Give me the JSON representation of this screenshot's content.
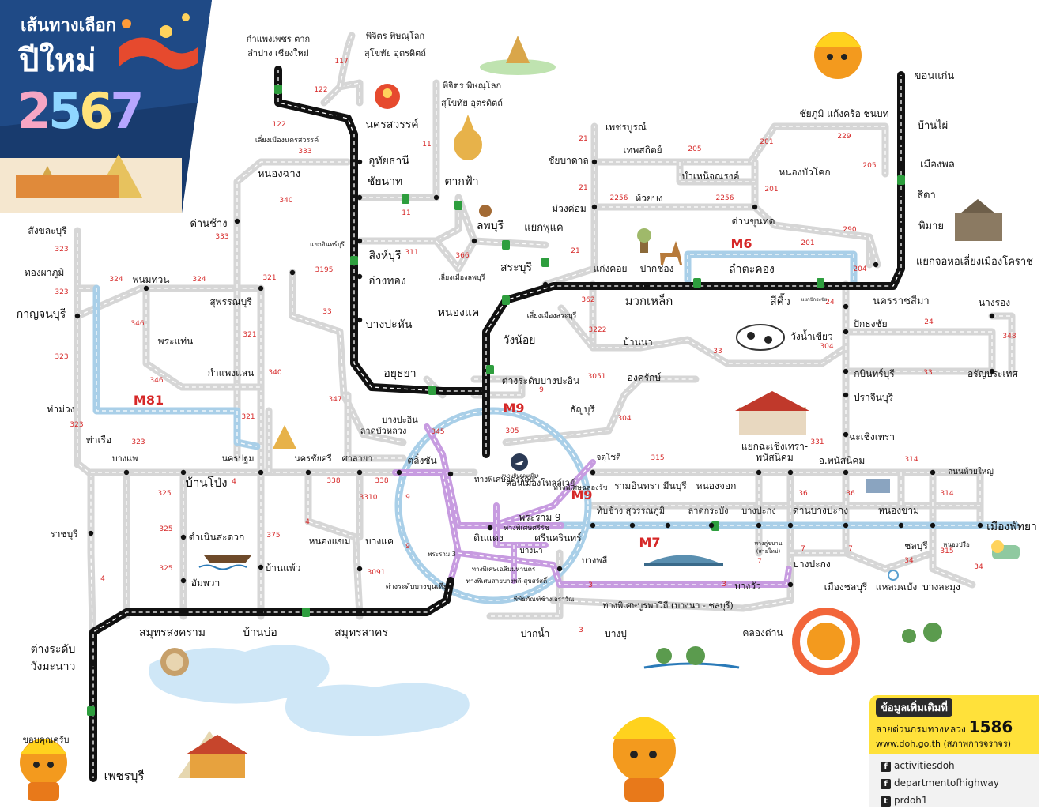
{
  "poster": {
    "line1": "เส้นทางเลือก",
    "line2": "ปีใหม่",
    "year_digits": [
      "2",
      "5",
      "6",
      "7"
    ]
  },
  "colors": {
    "main": "#111111",
    "alt": "#d6d6d6",
    "motorway": "#a9cfe8",
    "special": "#c79be0",
    "shield": "#2e9e3e",
    "route_number": "#d62828",
    "label": "#111111"
  },
  "highway_labels": [
    {
      "text": "M6",
      "color": "#d62828"
    },
    {
      "text": "M81",
      "color": "#d62828"
    },
    {
      "text": "M9",
      "color": "#d62828"
    },
    {
      "text": "M9",
      "color": "#d62828"
    },
    {
      "text": "M7",
      "color": "#d62828"
    }
  ],
  "places": [
    {
      "text": "กำแพงเพชร ตาก"
    },
    {
      "text": "ลำปาง เชียงใหม่"
    },
    {
      "text": "พิจิตร พิษณุโลก"
    },
    {
      "text": "สุโขทัย อุตรดิตถ์"
    },
    {
      "text": "พิจิตร พิษณุโลก"
    },
    {
      "text": "สุโขทัย อุตรดิตถ์"
    },
    {
      "text": "นครสวรรค์"
    },
    {
      "text": "เลี่ยงเมืองนครสวรรค์"
    },
    {
      "text": "อุทัยธานี"
    },
    {
      "text": "ชัยนาท"
    },
    {
      "text": "ตากฟ้า"
    },
    {
      "text": "หนองฉาง"
    },
    {
      "text": "ด่านช้าง"
    },
    {
      "text": "ลพบุรี"
    },
    {
      "text": "แยกพุแค"
    },
    {
      "text": "สิงห์บุรี"
    },
    {
      "text": "แยกอินทร์บุรี"
    },
    {
      "text": "เลี่ยงเมืองลพบุรี"
    },
    {
      "text": "สระบุรี"
    },
    {
      "text": "อ่างทอง"
    },
    {
      "text": "สุพรรณบุรี"
    },
    {
      "text": "บางปะหัน"
    },
    {
      "text": "หนองแค"
    },
    {
      "text": "วังน้อย"
    },
    {
      "text": "อยุธยา"
    },
    {
      "text": "พนมทวน"
    },
    {
      "text": "สังขละบุรี"
    },
    {
      "text": "ทองผาภูมิ"
    },
    {
      "text": "กาญจนบุรี"
    },
    {
      "text": "พระแท่น"
    },
    {
      "text": "กำแพงแสน"
    },
    {
      "text": "ท่าม่วง"
    },
    {
      "text": "ท่าเรือ"
    },
    {
      "text": "บางแพ"
    },
    {
      "text": "นครปฐม"
    },
    {
      "text": "นครชัยศรี"
    },
    {
      "text": "ศาลายา"
    },
    {
      "text": "บางปะอิน"
    },
    {
      "text": "ลาดบัวหลวง"
    },
    {
      "text": "ตลิ่งชัน"
    },
    {
      "text": "ต่างระดับบางปะอิน"
    },
    {
      "text": "ธัญบุรี"
    },
    {
      "text": "ดอนเมืองโทลล์เวย์"
    },
    {
      "text": "สนามบินดอนเมือง"
    },
    {
      "text": "ทางพิเศษอุดรรัถยา"
    },
    {
      "text": "ทางพิเศษฉลองรัช"
    },
    {
      "text": "บ้านโป่ง"
    },
    {
      "text": "ราชบุรี"
    },
    {
      "text": "ดำเนินสะดวก"
    },
    {
      "text": "อัมพวา"
    },
    {
      "text": "บ้านแพ้ว"
    },
    {
      "text": "หนองแขม"
    },
    {
      "text": "บางแค"
    },
    {
      "text": "ทางพิเศษศรีรัช"
    },
    {
      "text": "ดินแดง"
    },
    {
      "text": "พระราม 9"
    },
    {
      "text": "พระราม 3"
    },
    {
      "text": "ศรีนครินทร์"
    },
    {
      "text": "บางนา"
    },
    {
      "text": "ทางพิเศษเฉลิมมหานคร"
    },
    {
      "text": "ทางพิเศษสายบางพลี-สุขสวัสดิ์"
    },
    {
      "text": "ต่างระดับบางขุนเทียน"
    },
    {
      "text": "พิพิธภัณฑ์ช้างเอราวัณ"
    },
    {
      "text": "ทางพิเศษบูรพาวิถี (บางนา - ชลบุรี)"
    },
    {
      "text": "ปากน้ำ"
    },
    {
      "text": "บางปู"
    },
    {
      "text": "คลองด่าน"
    },
    {
      "text": "สมุทรสงคราม"
    },
    {
      "text": "บ้านบ่อ"
    },
    {
      "text": "สมุทรสาคร"
    },
    {
      "text": "ต่างระดับ"
    },
    {
      "text": "วังมะนาว"
    },
    {
      "text": "เพชรบุรี"
    },
    {
      "text": "ขอบคุณครับ"
    },
    {
      "text": "เพชรบูรณ์"
    },
    {
      "text": "เทพสถิตย์"
    },
    {
      "text": "ชัยบาดาล"
    },
    {
      "text": "บำเหน็จณรงค์"
    },
    {
      "text": "ม่วงค่อม"
    },
    {
      "text": "ห้วยบง"
    },
    {
      "text": "หนองบัวโคก"
    },
    {
      "text": "ด่านขุนทด"
    },
    {
      "text": "แก่งคอย"
    },
    {
      "text": "ปากช่อง"
    },
    {
      "text": "ลำตะคอง"
    },
    {
      "text": "มวกเหล็ก"
    },
    {
      "text": "สีคิ้ว"
    },
    {
      "text": "แยกปักธงชัย"
    },
    {
      "text": "เลี่ยงเมืองสระบุรี"
    },
    {
      "text": "บ้านนา"
    },
    {
      "text": "องครักษ์"
    },
    {
      "text": "ขอนแก่น"
    },
    {
      "text": "ชัยภูมิ แก้งคร้อ ชนบท"
    },
    {
      "text": "บ้านไผ่"
    },
    {
      "text": "เมืองพล"
    },
    {
      "text": "สีดา"
    },
    {
      "text": "พิมาย"
    },
    {
      "text": "แยกจอหอเลี่ยงเมืองโคราช"
    },
    {
      "text": "นครราชสีมา"
    },
    {
      "text": "ปักธงชัย"
    },
    {
      "text": "นางรอง"
    },
    {
      "text": "วังน้ำเขียว"
    },
    {
      "text": "กบินทร์บุรี"
    },
    {
      "text": "อรัญประเทศ"
    },
    {
      "text": "ปราจีนบุรี"
    },
    {
      "text": "ฉะเชิงเทรา"
    },
    {
      "text": "แยกฉะเชิงเทรา-"
    },
    {
      "text": "พนัสนิคม"
    },
    {
      "text": "อ.พนัสนิคม"
    },
    {
      "text": "ถนนห้วยใหญ่"
    },
    {
      "text": "จตุโชติ"
    },
    {
      "text": "รามอินทรา มีนบุรี"
    },
    {
      "text": "หนองจอก"
    },
    {
      "text": "ทับช้าง สุวรรณภูมิ"
    },
    {
      "text": "ลาดกระบัง"
    },
    {
      "text": "บางปะกง"
    },
    {
      "text": "ด่านบางปะกง"
    },
    {
      "text": "หนองขาม"
    },
    {
      "text": "เมืองพัทยา"
    },
    {
      "text": "ทางคู่ขนาน"
    },
    {
      "text": "(สายใหม่)"
    },
    {
      "text": "บางพลี"
    },
    {
      "text": "บางปะกง"
    },
    {
      "text": "ชลบุรี"
    },
    {
      "text": "หนองปรือ"
    },
    {
      "text": "บางวัว"
    },
    {
      "text": "เมืองชลบุรี"
    },
    {
      "text": "แหลมฉบัง"
    },
    {
      "text": "บางละมุง"
    }
  ],
  "route_numbers": [
    "117",
    "122",
    "122",
    "333",
    "11",
    "340",
    "11",
    "333",
    "311",
    "366",
    "3195",
    "321",
    "33",
    "324",
    "324",
    "323",
    "323",
    "323",
    "346",
    "321",
    "346",
    "340",
    "347",
    "323",
    "323",
    "321",
    "345",
    "305",
    "338",
    "338",
    "3310",
    "9",
    "9",
    "4",
    "4",
    "325",
    "325",
    "325",
    "4",
    "375",
    "3091",
    "21",
    "205",
    "21",
    "2256",
    "2256",
    "201",
    "201",
    "229",
    "205",
    "290",
    "21",
    "201",
    "204",
    "24",
    "362",
    "3222",
    "24",
    "348",
    "33",
    "304",
    "33",
    "3051",
    "9",
    "304",
    "331",
    "315",
    "314",
    "36",
    "36",
    "314",
    "315",
    "7",
    "7",
    "7",
    "34",
    "34",
    "3",
    "3",
    "3"
  ],
  "info": {
    "title": "ข้อมูลเพิ่มเติมที่",
    "hotline_prefix": "สายด่วนกรมทางหลวง",
    "hotline": "1586",
    "website": "www.doh.go.th",
    "website_note": "(สภาพการจราจร)",
    "socials": [
      {
        "icon": "facebook-icon",
        "glyph": "f",
        "text": "activitiesdoh"
      },
      {
        "icon": "facebook-icon",
        "glyph": "f",
        "text": "departmentofhighway"
      },
      {
        "icon": "twitter-icon",
        "glyph": "t",
        "text": "prdoh1"
      }
    ]
  }
}
